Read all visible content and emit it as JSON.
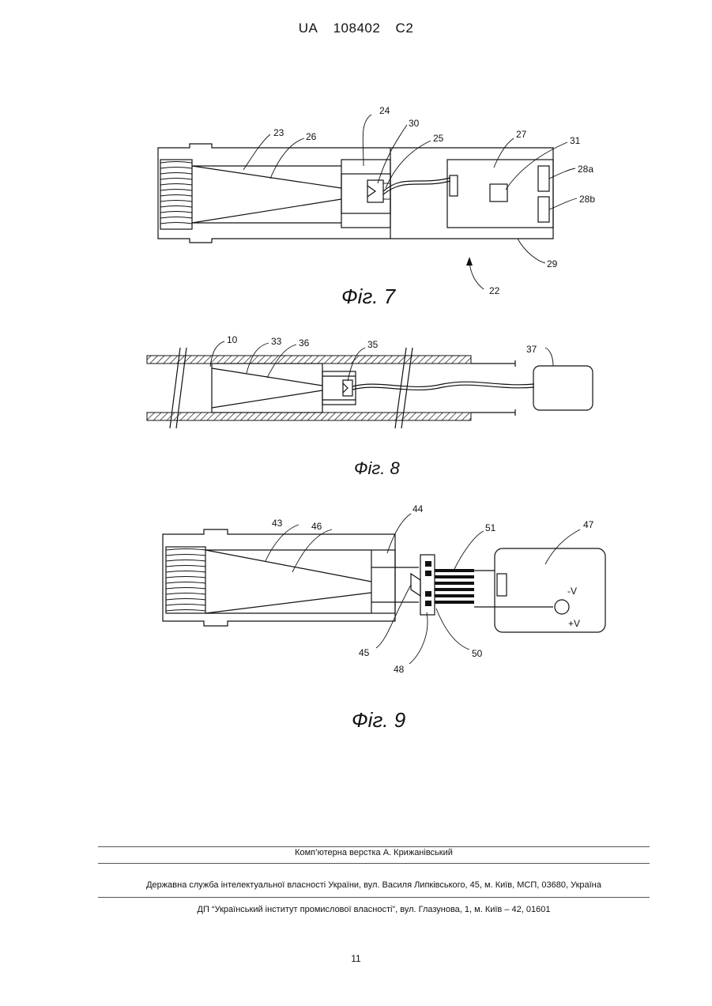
{
  "header": {
    "country": "UA",
    "number": "108402",
    "kind": "C2"
  },
  "figures": [
    {
      "caption": "Фіг. 7",
      "labels": {
        "l23": "23",
        "l26": "26",
        "l24": "24",
        "l30": "30",
        "l25": "25",
        "l27": "27",
        "l31": "31",
        "l28a": "28a",
        "l28b": "28b",
        "l29": "29",
        "l22": "22"
      }
    },
    {
      "caption": "Фіг. 8",
      "labels": {
        "l10": "10",
        "l33": "33",
        "l36": "36",
        "l35": "35",
        "l37": "37"
      }
    },
    {
      "caption": "Фіг. 9",
      "labels": {
        "l43": "43",
        "l46": "46",
        "l44": "44",
        "l51": "51",
        "l47": "47",
        "lmv": "-V",
        "lpv": "+V",
        "l45": "45",
        "l48": "48",
        "l50": "50"
      }
    }
  ],
  "footer": {
    "layout": "Комп’ютерна верстка А. Крижанівський",
    "service": "Державна служба інтелектуальної власності України, вул. Василя Липківського, 45, м. Київ, МСП, 03680, Україна",
    "institute": "ДП “Український інститут промислової власності”, вул. Глазунова, 1, м. Київ – 42, 01601"
  },
  "page_number": "11"
}
